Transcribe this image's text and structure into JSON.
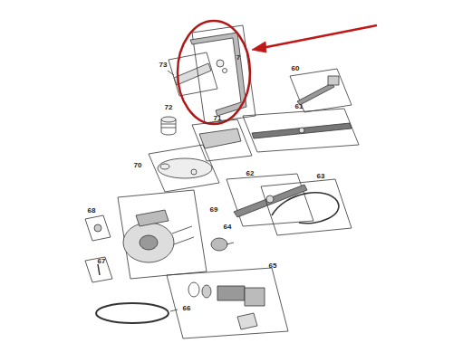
{
  "diagram": {
    "labels": [
      "73",
      "7",
      "60",
      "72",
      "71",
      "61",
      "70",
      "62",
      "63",
      "68",
      "69",
      "64",
      "67",
      "65",
      "66"
    ]
  }
}
